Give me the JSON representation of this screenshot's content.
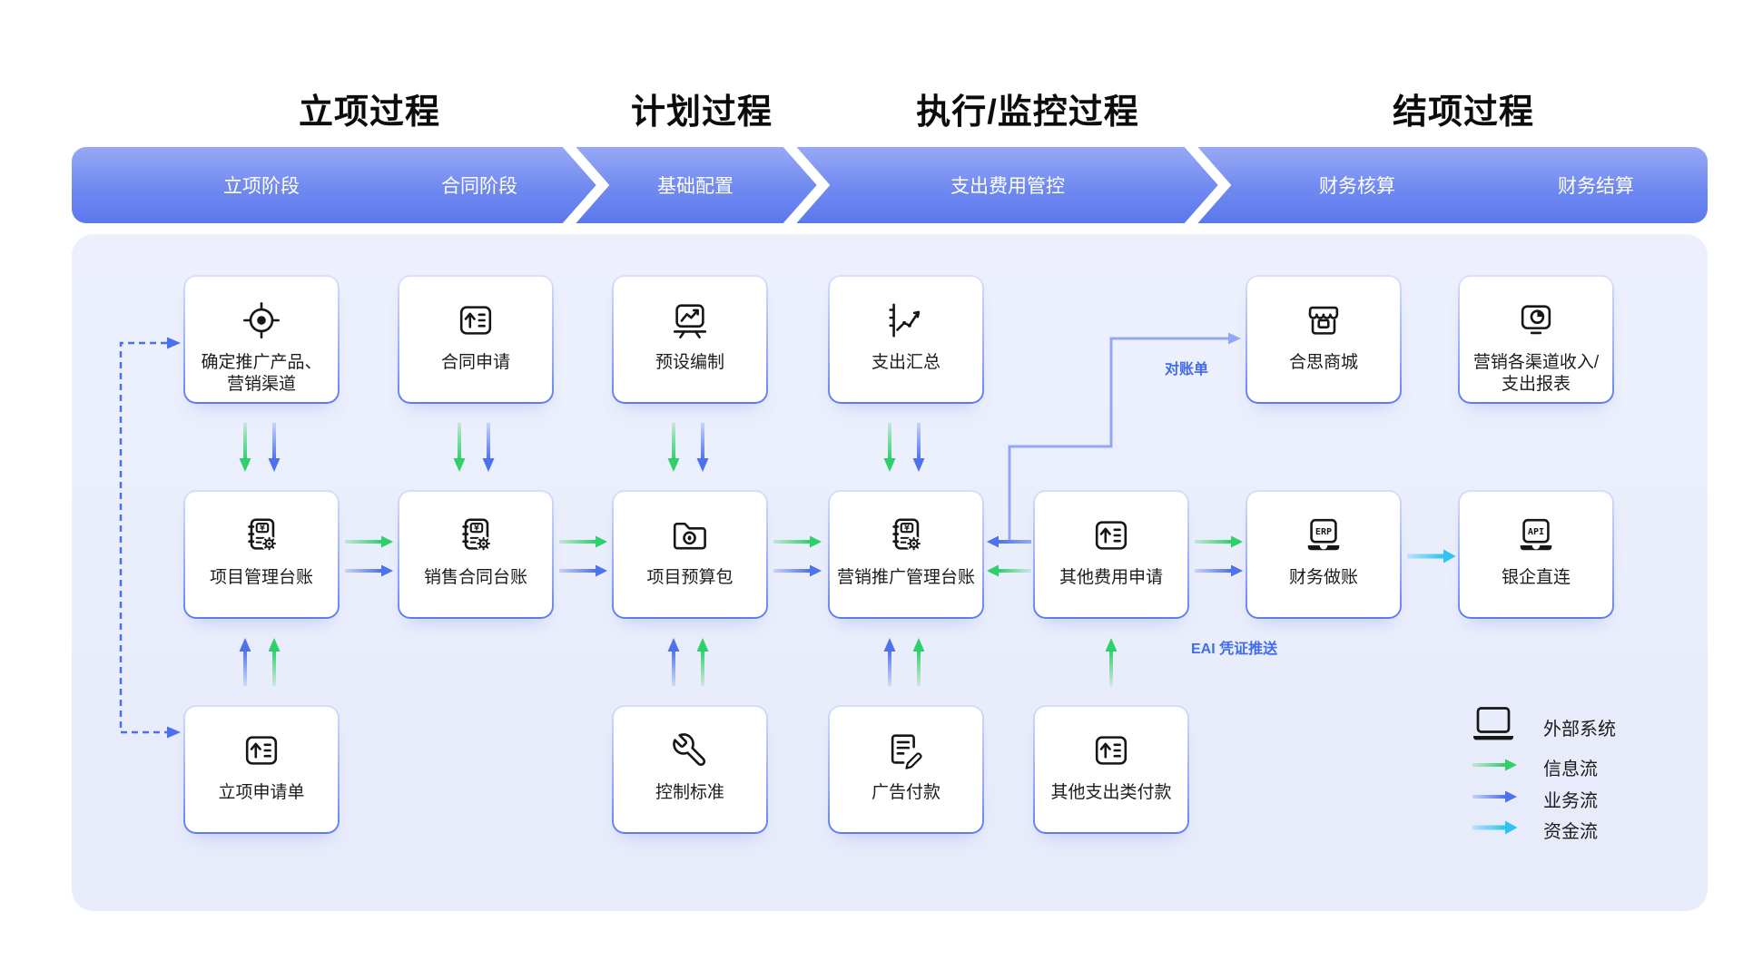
{
  "phases": [
    "立项过程",
    "计划过程",
    "执行/监控过程",
    "结项过程"
  ],
  "stages": [
    "立项阶段",
    "合同阶段",
    "基础配置",
    "支出费用管控",
    "财务核算",
    "财务结算"
  ],
  "nodes": {
    "target": "确定推广产品、\n营销渠道",
    "contract_apply": "合同申请",
    "preset": "预设编制",
    "expense_summary": "支出汇总",
    "hesi_mall": "合思商城",
    "channel_report": "营销各渠道收入/\n支出报表",
    "project_ledger": "项目管理台账",
    "sales_contract_ledger": "销售合同台账",
    "budget_package": "项目预算包",
    "marketing_ledger": "营销推广管理台账",
    "other_expense_apply": "其他费用申请",
    "finance_accounting": "财务做账",
    "bank_direct": "银企直连",
    "project_request": "立项申请单",
    "control_standard": "控制标准",
    "ad_payment": "广告付款",
    "other_payment": "其他支出类付款"
  },
  "edge_labels": {
    "statement": "对账单",
    "eai": "EAI 凭证推送"
  },
  "systems": {
    "erp": "ERP",
    "api": "API"
  },
  "legend": {
    "external": "外部系统",
    "info": "信息流",
    "business": "业务流",
    "funds": "资金流"
  },
  "colors": {
    "info_flow": "#2fd06a",
    "business_flow": "#4e72ee",
    "funds_flow": "#2fc4ef",
    "edge_label_blue": "#3e6bef",
    "banner_top": "#97a9f5",
    "banner_bottom": "#5b78ee",
    "panel_bg": "#e9edfa"
  }
}
